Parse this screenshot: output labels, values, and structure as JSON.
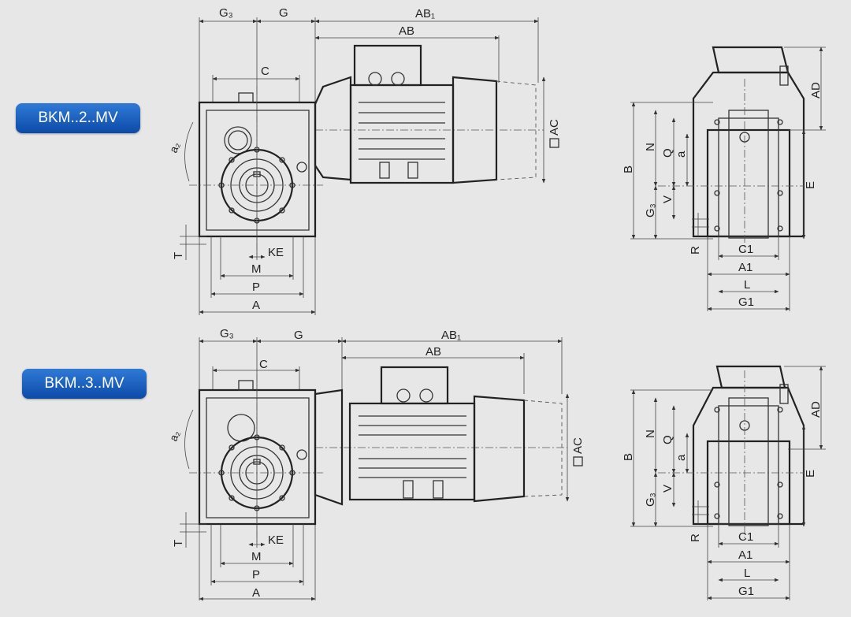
{
  "models": [
    {
      "badge": "BKM..2..MV",
      "front": {
        "G3": "G₃",
        "G": "G",
        "AB1": "AB₁",
        "AB": "AB",
        "C": "C",
        "AC": "AC",
        "a2": "a₂",
        "T": "T",
        "KE": "KE",
        "M": "M",
        "P": "P",
        "A": "A"
      },
      "side": {
        "AD": "AD",
        "B": "B",
        "N": "N",
        "Q": "Q",
        "a": "a",
        "E": "E",
        "G3": "G₃",
        "V": "V",
        "R": "R",
        "C1": "C1",
        "A1": "A1",
        "L": "L",
        "G1": "G1"
      }
    },
    {
      "badge": "BKM..3..MV",
      "front": {
        "G3": "G₃",
        "G": "G",
        "AB1": "AB₁",
        "AB": "AB",
        "C": "C",
        "AC": "AC",
        "a2": "a₂",
        "T": "T",
        "KE": "KE",
        "M": "M",
        "P": "P",
        "A": "A"
      },
      "side": {
        "AD": "AD",
        "B": "B",
        "N": "N",
        "Q": "Q",
        "a": "a",
        "E": "E",
        "G3": "G₃",
        "V": "V",
        "R": "R",
        "C1": "C1",
        "A1": "A1",
        "L": "L",
        "G1": "G1"
      }
    }
  ],
  "colors": {
    "background": "#e7e7e7",
    "badge": "#1d5fc0",
    "line": "#333333"
  }
}
